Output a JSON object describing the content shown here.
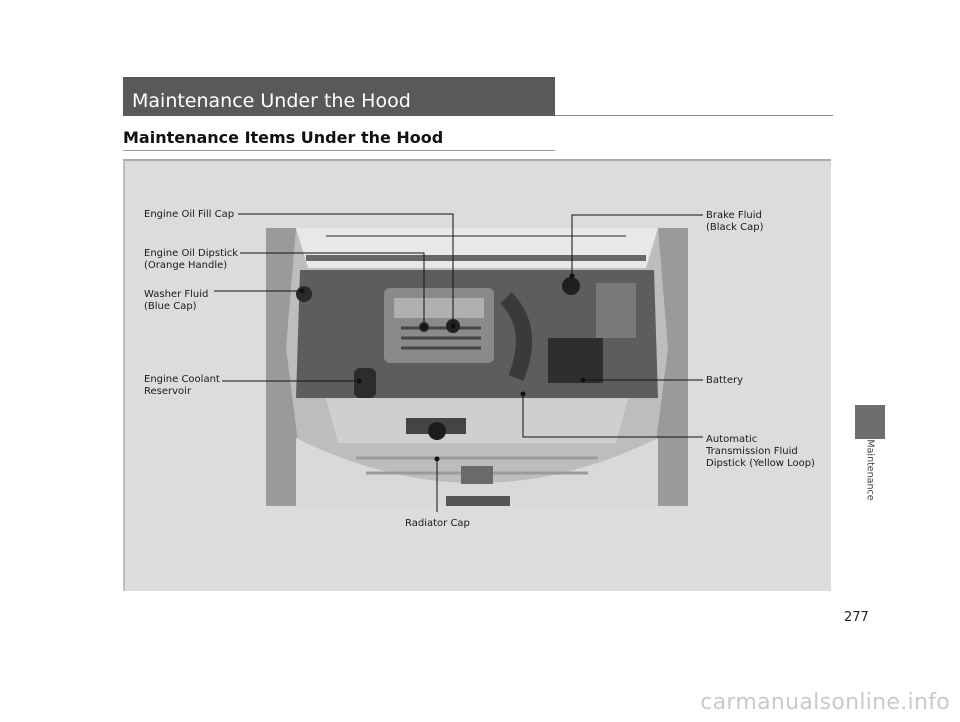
{
  "section_title": "Maintenance Under the Hood",
  "subheading": "Maintenance Items Under the Hood",
  "callouts": {
    "engine_oil_fill_cap": "Engine Oil Fill Cap",
    "engine_oil_dipstick": [
      "Engine Oil Dipstick",
      "(Orange Handle)"
    ],
    "washer_fluid": [
      "Washer Fluid",
      "(Blue Cap)"
    ],
    "engine_coolant_reservoir": [
      "Engine Coolant",
      "Reservoir"
    ],
    "brake_fluid": [
      "Brake Fluid",
      "(Black Cap)"
    ],
    "battery": "Battery",
    "atf_dipstick": [
      "Automatic",
      "Transmission Fluid",
      "Dipstick (Yellow Loop)"
    ],
    "radiator_cap": "Radiator Cap"
  },
  "side_tab_label": "Maintenance",
  "page_number": "277",
  "watermark": "carmanualsonline.info"
}
